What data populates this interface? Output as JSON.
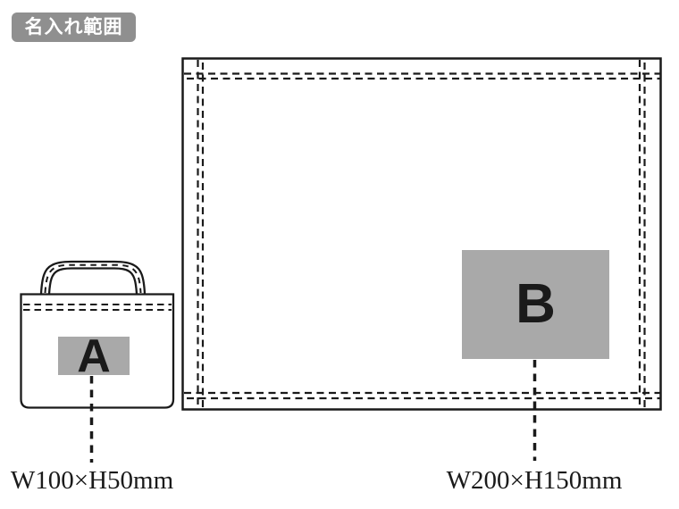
{
  "badge": {
    "label": "名入れ範囲"
  },
  "areas": [
    {
      "id": "A",
      "letter": "A",
      "label": "W100×H50mm",
      "width_mm": 100,
      "height_mm": 50
    },
    {
      "id": "B",
      "letter": "B",
      "label": "W200×H150mm",
      "width_mm": 200,
      "height_mm": 150
    }
  ],
  "colors": {
    "badge_bg": "#8f8f8f",
    "badge_text": "#ffffff",
    "area_fill": "#a9a9a9",
    "line_color": "#1a1a1a",
    "page_bg": "#ffffff"
  }
}
